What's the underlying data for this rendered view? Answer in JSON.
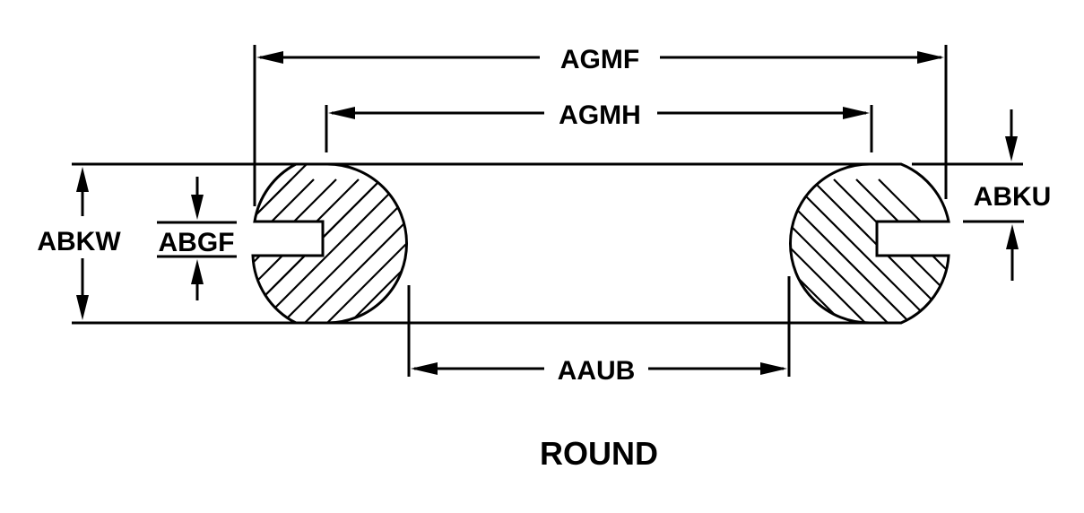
{
  "diagram": {
    "title": "ROUND",
    "dimensions": {
      "outer_diameter": "AGMF",
      "inner_diameter": "AGMH",
      "bore_clearance": "AAUB",
      "section_thickness": "ABKW",
      "groove_width": "ABGF",
      "groove_depth_offset": "ABKU"
    },
    "colors": {
      "line": "#000000",
      "background": "#ffffff"
    }
  }
}
